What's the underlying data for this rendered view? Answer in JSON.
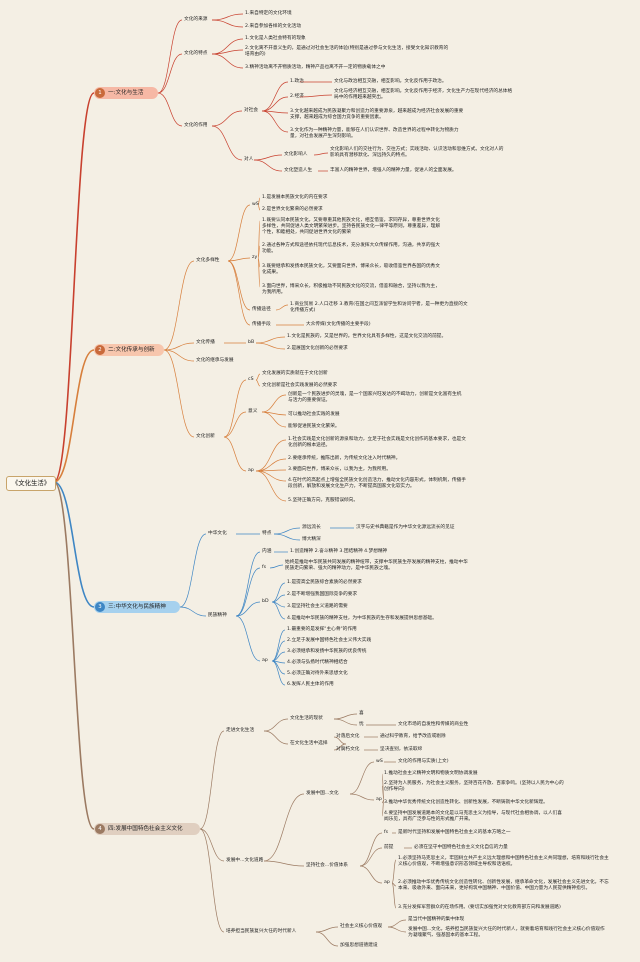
{
  "root": "《文化生活》",
  "branches": [
    {
      "num": "1",
      "label": "一:文化与生活",
      "color": "#c8402e"
    },
    {
      "num": "2",
      "label": "二:文化传承与创新",
      "color": "#d77f3c"
    },
    {
      "num": "3",
      "label": "三:中华文化与民族精神",
      "color": "#3e86c4"
    },
    {
      "num": "4",
      "label": "四:发展中国特色社会主义文化",
      "color": "#9b7a62"
    }
  ],
  "b1": {
    "n1": "文化的来源",
    "n1a": "1.来自特定的文化环境",
    "n1b": "2.来自参加各样的文化活动",
    "n2": "文化的特点",
    "n2a": "1.文化是人类社会特有的现象",
    "n2b": "2.文化离不开意义生的，是通过对社会生活的体验(特别是通过参与文化生活，接受文化知识教育的培育由的)",
    "n2c": "3.精神活动离不开物质活动，精神产品也离不开一定的物质载体之中",
    "n3": "文化的作用",
    "n3a": "对社会",
    "pol": "1.政治",
    "pol_t": "文化与政治相互交融，相互影响。文化反作用于政治。",
    "eco": "2.经济",
    "eco_t": "文化与经济相互交融，相互影响。文化反作用于经济，文化生产力在现代经济的总体格局中的作用越来越突出。",
    "s3": "3.文化越来越成为民族凝聚力和创造力的重要源泉，越来越成为经济社会发展的重要支撑，越来越成为综合国力竞争的重要因素。",
    "s4": "3.文化作为一种精神力量，能够在人们认识世界、改造世界的过程中转化为物质力量，对社会发展产生深刻影响。",
    "n3b": "对人",
    "ppl1": "文化影响人",
    "ppl1_t": "文化影响人们的交往行为、交往方式；实践活动、认识活动和思维方式。文化对人的影响具有潜移默化、深远持久的特点。",
    "ppl2": "文化塑造人生",
    "ppl2_t": "丰富人的精神世界，增强人的精神力量，促进人的全面发展。"
  },
  "b2": {
    "d1": "文化多样性",
    "wsl": "wS",
    "w1": "1.是发展本民族文化的内在要求",
    "w2": "2.是世界文化繁荣的必然要求",
    "zyl": "zy",
    "z1": "1.既要认同本民族文化，又要尊重其他民族文化，相互借鉴，求同存异，尊重世界文化多样性，共同促进人类文明繁荣进步。坚持各民族文化一律平等原则，尊重差异，理解个性，和睦相处，共同促进世界文化的繁荣",
    "z2": "2.通过各种方式和途径依托现代信息技术，充分发挥大众传媒作用，沟通，共享的强大功能。",
    "z3": "3.既要继承和发扬本民族文化，又要面向世界，博采众长，吸收借鉴世界各国的优秀文化成果。",
    "z4": "3.面向世界，博采众长，积极推动不同民族文化的交流，借鉴和融合，坚持以我为主，为我所用。",
    "cbl": "传播途径",
    "cb": "1.商业贸易 2.人口迁移 3.教育(在国之间互派留学生和访问学者，是一种更为直接的文化传播方式)",
    "cbs": "传播手段",
    "cbs_t": "大众传媒(文化传播的主要手段)",
    "d2": "文化传播",
    "bbl": "bB",
    "bb1": "1.文化是民族的，又是世界的。世界文化具有多样性，这是文化交流的前提。",
    "bb2": "2.是展国文化创新的必然要求",
    "d3": "文化的继承与发展",
    "d4": "文化创新",
    "csl": "cS",
    "cs1": "文化发展的实质就在于文化创新",
    "cs2": "文化创新是社会实践发展的必然要求",
    "yyl": "意义",
    "y1": "创新是一个民族进步的灵魂，是一个国家兴旺发达的不竭动力，创新是文化富有生机与活力的重要保证。",
    "y2": "可以推动社会实践的发展",
    "y3": "能够促进民族文化繁荣。",
    "apl": "ap",
    "a1": "1.社会实践是文化创新的源泉和动力，立足于社会实践是文化创作的基本要求，也是文化创新的根本途径。",
    "a2": "2.要继承传统，推陈出新，为传统文化注入时代精神。",
    "a3": "3.要面向世界，博采众长，以我为主，为我所用。",
    "a4": "4.在时代的高起点上增强全民族文化创造活力，推动文化内容形式，体制机制，传播手段创新，解放和发展文化生产力，不断提高国家文化软实力。",
    "a5": "5.坚持正确方向，克服错误倾向。"
  },
  "b3": {
    "e1": "中华文化",
    "ts": "特点",
    "ts1": "源远流长",
    "ts1_t": "汉字与史书典籍是作为中华文化源远流长的见证",
    "ts2": "博大精深",
    "e2": "民族精神",
    "nr": "内涵",
    "nr_t": "1.创造精神 2.奋斗精神 3.团结精神 4.梦想精神",
    "fsl": "fs",
    "fs": "始终是推动中华民族共同发展的精神纽带，支撑中华民族生存发展的精神支柱，推动中华民族走向繁荣、强大的精神动力，是中华民族之魂。",
    "bdl": "bD",
    "bd1": "1.是提高全民族综合素质的必然要求",
    "bd2": "2.是不断增强我国国际竞争的要求",
    "bd3": "3.是坚持社会主义道路的需要",
    "bd4": "4.是推动中华民族的精神支柱，为中华民族的生存和发展提供思想基础。",
    "apl": "ap",
    "ap1": "1.最重要的是发挥\"主心骨\"的作用",
    "ap2": "2.立足于发展中国特色社会主义伟大实践",
    "ap3": "3.必须继承和发扬中华民族的优良传统",
    "ap4": "4.必须与弘扬时代精神相结合",
    "ap5": "5.必须正确对待外来思想文化",
    "ap6": "6.发挥人民主体的作用"
  },
  "b4": {
    "f1": "走进文化生活",
    "xz": "文化生活的现状",
    "xz1": "喜",
    "xz2": "忧",
    "xz2_t": "文化市场的自发性和传媒的商业性",
    "xz3": "在文化生活中选择",
    "xz3a": "对落后文化",
    "xz3a_t": "通过科学教育，给予改造或剔除",
    "xz3b": "对腐朽文化",
    "xz3b_t": "坚决查别，依法取缔",
    "f2": "发展中...文化道路",
    "fz": "发展中国...文化",
    "wsl": "wS",
    "ws1": "文化的作用与实质(上文)",
    "apl": "ap",
    "fz1": "1.推动社会主义精神文明和物质文明协调发展",
    "fz2": "2.坚持为人民服务，为社会主义服务，坚持百花齐放、百家争鸣。(坚持以人民为中心的创作导向)",
    "fz3": "3.推动中华优秀传统文化创造性转化、创新性发展，不断铸就中华文化新辉煌。",
    "fz4": "4.要坚持中国发展道路本的文化是以马克思主义为指导，与现代社会相协调，以人们喜闻乐见，具有广泛参与性的形式推广开来。",
    "jc": "坚持社会...价值体系",
    "fsl": "fs",
    "jc_fs": "是新时代坚持和发展中国特色社会主义的基本方略之一",
    "ql": "前提",
    "jc_q": "必须在坚守中国特色社会主义文化自信的力量",
    "apl2": "ap",
    "jc1": "1.必须坚持马克思主义，牢固树立共产主义远大理想和中国特色社会主义共同理想，培育和践行社会主义核心价值观，不断增强意识形态领域主导权和话语权。",
    "jc2": "2.必须推动中华优秀传统文化创造性转化、创新性发展，继承革命文化，发展社会主义先进文化，不忘本来、吸收外来、面向未来，更好构筑中国精神、中国价值、中国力量为人民提供精神指引。",
    "jc3": "3.充分发挥军营群众的在场作用。(要切实加强党对文化教育部方向和发展道路)",
    "f3": "培养担当民族复兴大任的时代新人",
    "hx": "社会主义核心价值观",
    "hx1": "是当代中国精神的集中体现",
    "hx2": "发展中国...文化，培养担当民族复兴大任的时代新人，就要着培育和践行社会主义核心价值观作为凝魂聚气、强基固本的基本工程。",
    "sx": "加强思想道德建设"
  }
}
